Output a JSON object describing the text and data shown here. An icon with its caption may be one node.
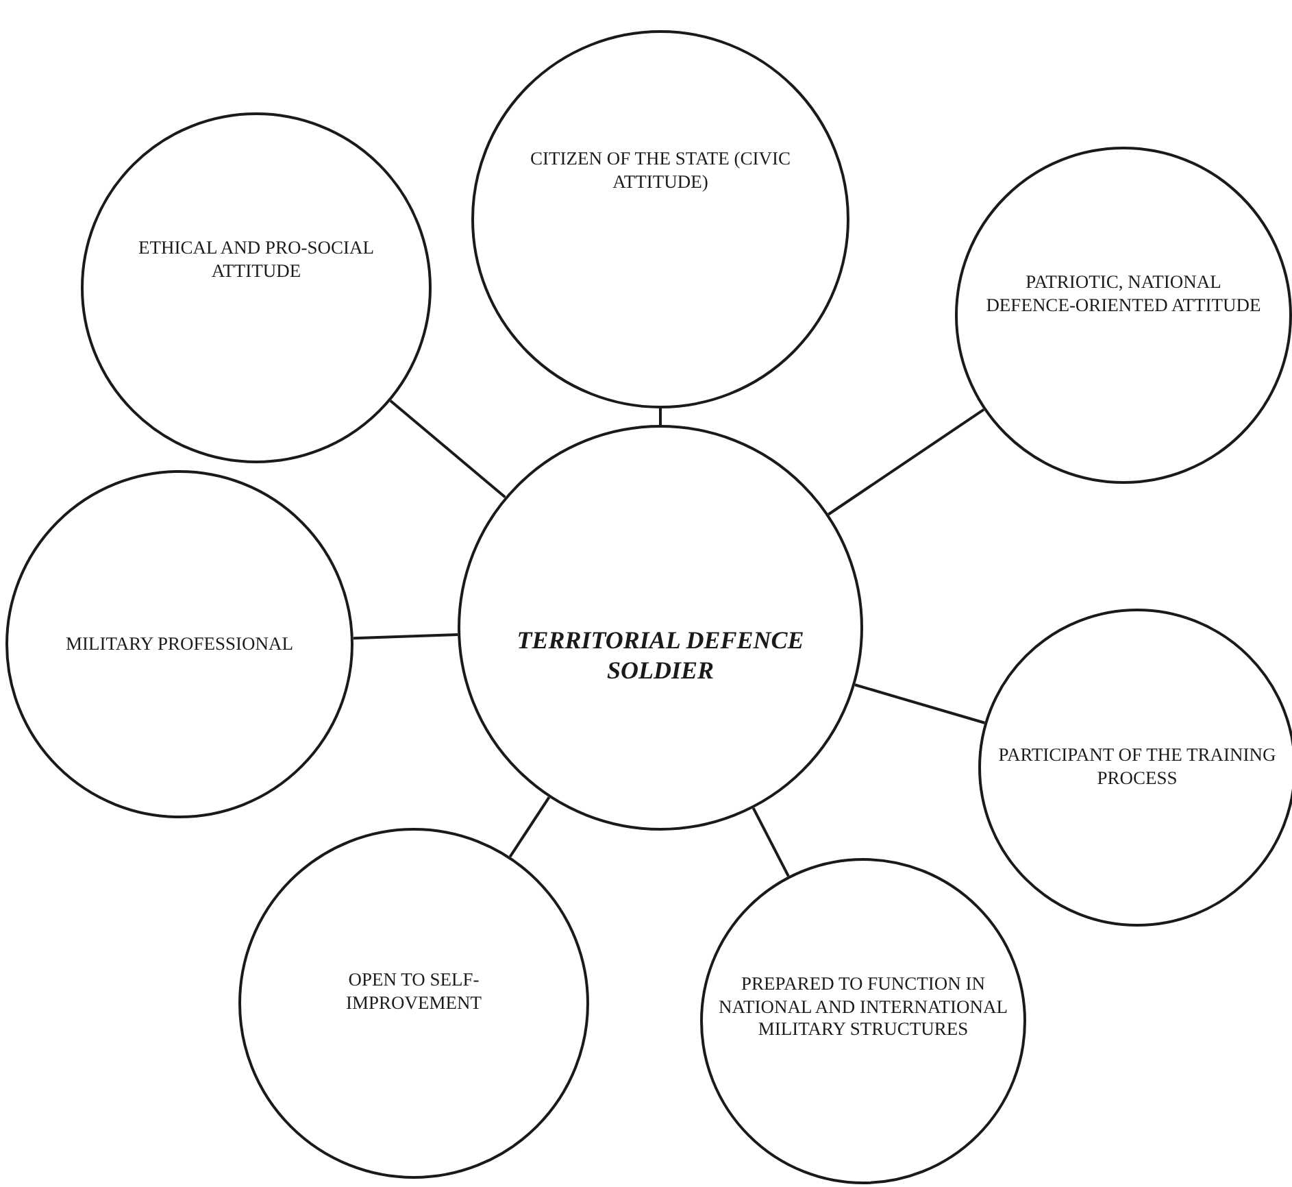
{
  "diagram": {
    "nodes": [
      {
        "text": [
          "CITIZEN OF THE STATE (CIVIC ATTITUDE)"
        ]
      },
      {
        "text": [
          "ETHICAL AND PRO-SOCIAL ATTITUDE"
        ]
      },
      {
        "text": [
          "PATRIOTIC, NATIONAL DEFENCE-ORIENTED ATTITUDE"
        ]
      },
      {
        "text": [
          "TERRITORIAL DEFENCE SOLDIER"
        ]
      },
      {
        "text": [
          "MILITARY PROFESSIONAL"
        ]
      },
      {
        "text": [
          "PARTICIPANT OF THE TRAINING PROCESS"
        ]
      },
      {
        "text": [
          "OPEN TO SELF-IMPROVEMENT"
        ]
      },
      {
        "text": [
          "PREPARED TO FUNCTION IN NATIONAL AND INTERNATIONAL MILITARY STRUCTURES"
        ]
      }
    ],
    "edges": [
      {
        "from": 3,
        "to": 0,
        "arrow": "none"
      },
      {
        "from": 3,
        "to": 1,
        "arrow": "none"
      },
      {
        "from": 3,
        "to": 2,
        "arrow": "none"
      },
      {
        "from": 3,
        "to": 4,
        "arrow": "none"
      },
      {
        "from": 3,
        "to": 5,
        "arrow": "none"
      },
      {
        "from": 3,
        "to": 6,
        "arrow": "none"
      },
      {
        "from": 3,
        "to": 7,
        "arrow": "none"
      }
    ]
  }
}
